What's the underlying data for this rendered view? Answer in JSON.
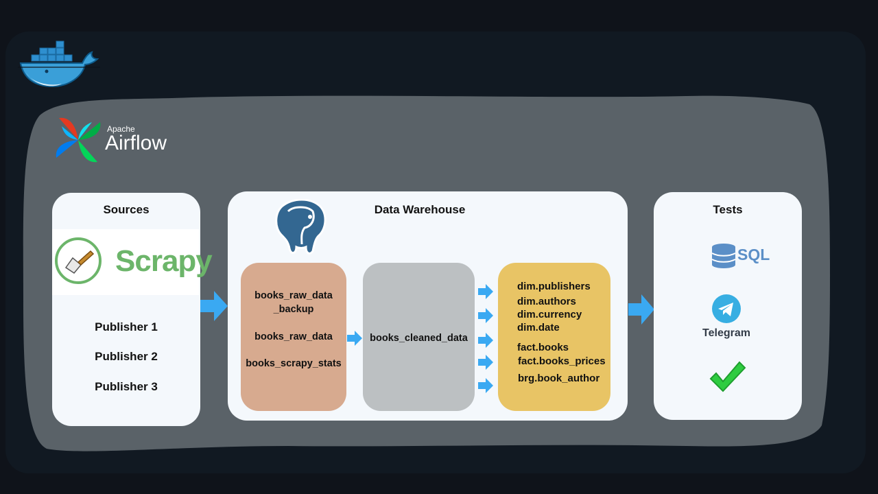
{
  "airflow": {
    "brand_small": "Apache",
    "brand_large": "Airflow"
  },
  "sources": {
    "title": "Sources",
    "scrapy_label": "Scrapy",
    "publishers": [
      "Publisher 1",
      "Publisher 2",
      "Publisher 3"
    ]
  },
  "warehouse": {
    "title": "Data Warehouse",
    "raw_tables": [
      "books_raw_data",
      "_backup",
      "books_raw_data",
      "books_scrapy_stats"
    ],
    "cleaned_table": "books_cleaned_data",
    "dims": [
      "dim.publishers",
      "dim.authors",
      "dim.currency",
      "dim.date"
    ],
    "facts": [
      "fact.books",
      "fact.books_prices"
    ],
    "bridge": "brg.book_author"
  },
  "tests": {
    "title": "Tests",
    "sql_label": "SQL",
    "telegram_label": "Telegram"
  },
  "colors": {
    "page_bg": "#0f131a",
    "outer_panel": "#111922",
    "airflow_blob": "#5a6268",
    "box_bg": "#f4f8fc",
    "raw_stage": "#d7aa8f",
    "cleaned_stage": "#bcc0c2",
    "model_stage": "#e8c465",
    "arrow": "#3aa9f2"
  }
}
